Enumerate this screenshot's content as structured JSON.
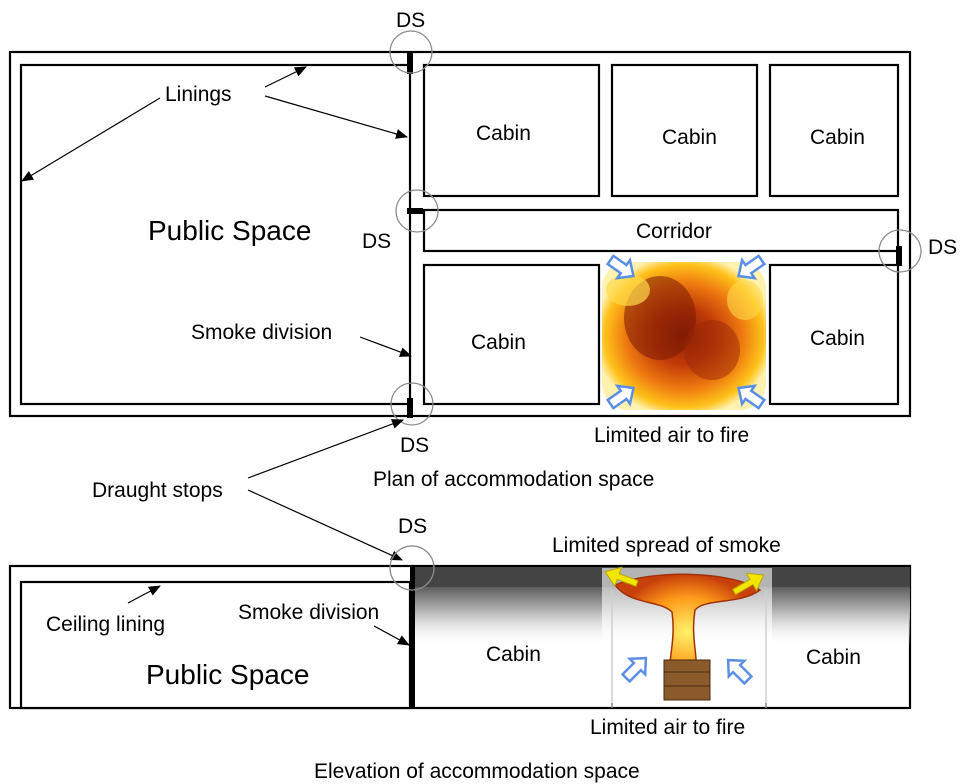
{
  "plan": {
    "caption": "Plan of accommodation space",
    "public_space": "Public Space",
    "linings": "Linings",
    "smoke_division": "Smoke division",
    "corridor": "Corridor",
    "cabins": [
      "Cabin",
      "Cabin",
      "Cabin",
      "Cabin",
      "Cabin"
    ],
    "ds_labels": [
      "DS",
      "DS",
      "DS",
      "DS"
    ],
    "air_label": "Limited air to fire"
  },
  "draught_stops": "Draught stops",
  "elevation": {
    "caption": "Elevation of accommodation space",
    "public_space": "Public Space",
    "ceiling_lining": "Ceiling lining",
    "smoke_division": "Smoke division",
    "cabins": [
      "Cabin",
      "Cabin"
    ],
    "ds_label": "DS",
    "smoke_label": "Limited spread of smoke",
    "air_label": "Limited air to fire"
  },
  "colors": {
    "air_arrow": "#5b8fe6",
    "smoke_arrow": "#f2e600",
    "smoke_layer": "#4a4a4a",
    "fire_core": "#b02a05",
    "fire_edge": "#ffcf1a",
    "ds_circle": "#8c8c8c"
  }
}
